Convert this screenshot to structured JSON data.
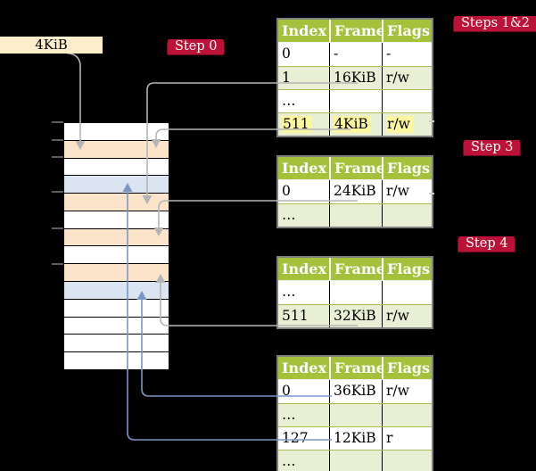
{
  "cr3_box": {
    "label": "4KiB"
  },
  "badges": {
    "step0": "Step 0",
    "steps12": "Steps 1&2",
    "step3": "Step 3",
    "step4": "Step 4"
  },
  "memory": {
    "rows": [
      "white",
      "peach",
      "white",
      "blue",
      "peach",
      "white",
      "peach",
      "white",
      "peach",
      "blue",
      "white",
      "white",
      "white",
      "white"
    ]
  },
  "tables": [
    {
      "id": "l4",
      "headers": [
        "Index",
        "Frame",
        "Flags"
      ],
      "rows": [
        {
          "cells": [
            "0",
            "-",
            "-"
          ],
          "shade": false,
          "highlight": false
        },
        {
          "cells": [
            "1",
            "16KiB",
            "r/w"
          ],
          "shade": true,
          "highlight": false
        },
        {
          "cells": [
            "…",
            "",
            ""
          ],
          "shade": false,
          "highlight": false
        },
        {
          "cells": [
            "511",
            "4KiB",
            "r/w"
          ],
          "shade": true,
          "highlight": true
        }
      ]
    },
    {
      "id": "l3",
      "headers": [
        "Index",
        "Frame",
        "Flags"
      ],
      "rows": [
        {
          "cells": [
            "0",
            "24KiB",
            "r/w"
          ],
          "shade": false,
          "highlight": false
        },
        {
          "cells": [
            "…",
            "",
            ""
          ],
          "shade": true,
          "highlight": false
        }
      ]
    },
    {
      "id": "l2",
      "headers": [
        "Index",
        "Frame",
        "Flags"
      ],
      "rows": [
        {
          "cells": [
            "…",
            "",
            ""
          ],
          "shade": false,
          "highlight": false
        },
        {
          "cells": [
            "511",
            "32KiB",
            "r/w"
          ],
          "shade": true,
          "highlight": false
        }
      ]
    },
    {
      "id": "l1",
      "headers": [
        "Index",
        "Frame",
        "Flags"
      ],
      "rows": [
        {
          "cells": [
            "0",
            "36KiB",
            "r/w"
          ],
          "shade": false,
          "highlight": false
        },
        {
          "cells": [
            "…",
            "",
            ""
          ],
          "shade": true,
          "highlight": false
        },
        {
          "cells": [
            "127",
            "12KiB",
            "r"
          ],
          "shade": false,
          "highlight": false
        },
        {
          "cells": [
            "…",
            "",
            ""
          ],
          "shade": true,
          "highlight": false
        }
      ]
    }
  ],
  "colors": {
    "badge": "#bc1237",
    "badge_shadow": "#6e0a1e",
    "table_header_bg": "#a4c13c",
    "table_row_alt_bg": "#e9efd5",
    "highlight_bg": "#fdf6a0",
    "memory_peach": "#fce4cb",
    "memory_blue": "#dbe5f1",
    "cr3_box_bg": "#fcedcb",
    "arrow_grey": "#b5b5b5",
    "arrow_blue": "#7b96c6"
  }
}
